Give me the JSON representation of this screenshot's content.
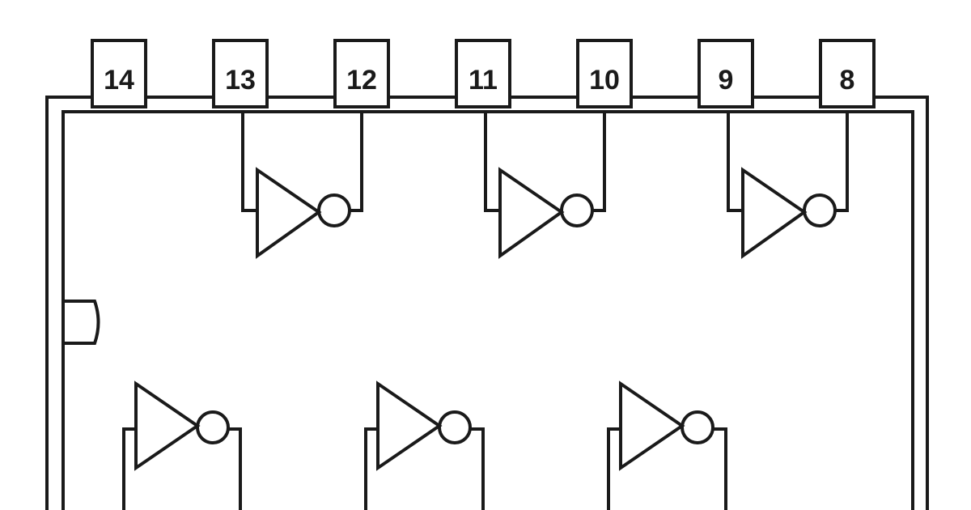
{
  "top_pins": [
    {
      "number": "14"
    },
    {
      "number": "13"
    },
    {
      "number": "12"
    },
    {
      "number": "11"
    },
    {
      "number": "10"
    },
    {
      "number": "9"
    },
    {
      "number": "8"
    }
  ],
  "colors": {
    "stroke": "#1a1a1a",
    "background": "#ffffff"
  },
  "gates": {
    "top_row": [
      {
        "input_pin": "13",
        "output_pin": "12"
      },
      {
        "input_pin": "11",
        "output_pin": "10"
      },
      {
        "input_pin": "9",
        "output_pin": "8"
      }
    ],
    "bottom_row_count": 3
  }
}
